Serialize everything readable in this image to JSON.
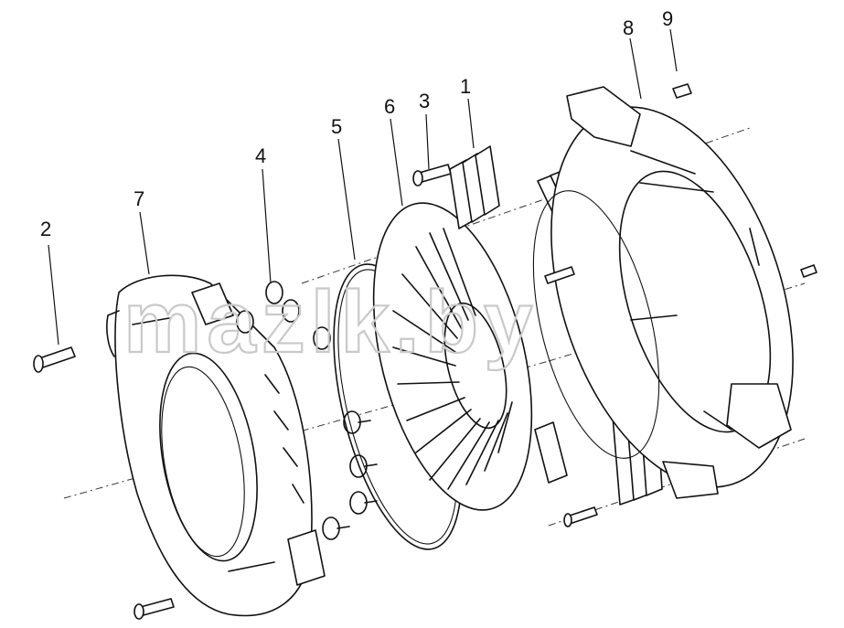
{
  "labels": {
    "l1": "1",
    "l2": "2",
    "l3": "3",
    "l4": "4",
    "l5": "5",
    "l6": "6",
    "l7": "7",
    "l8": "8",
    "l9": "9"
  },
  "watermark": "mazlk.by"
}
